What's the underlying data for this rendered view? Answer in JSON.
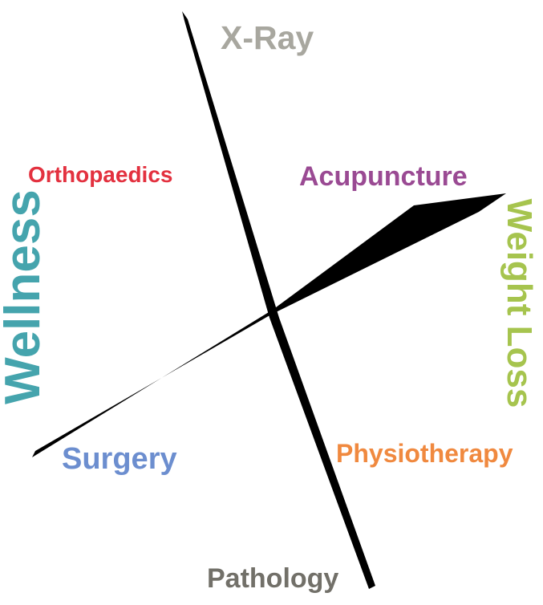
{
  "labels": {
    "xray": "X-Ray",
    "orthopaedics": "Orthopaedics",
    "acupuncture": "Acupuncture",
    "wellness": "Wellness",
    "weight_loss": "Weight Loss",
    "surgery": "Surgery",
    "physiotherapy": "Physiotherapy",
    "pathology": "Pathology"
  },
  "colors": {
    "xray": "#a8a79f",
    "orthopaedics": "#e3313f",
    "acupuncture": "#9a4a93",
    "wellness": "#45a4ad",
    "weight_loss": "#a6c44e",
    "surgery": "#6c8ecf",
    "physiotherapy": "#f0893f",
    "pathology": "#727069",
    "cross": "#000000"
  }
}
